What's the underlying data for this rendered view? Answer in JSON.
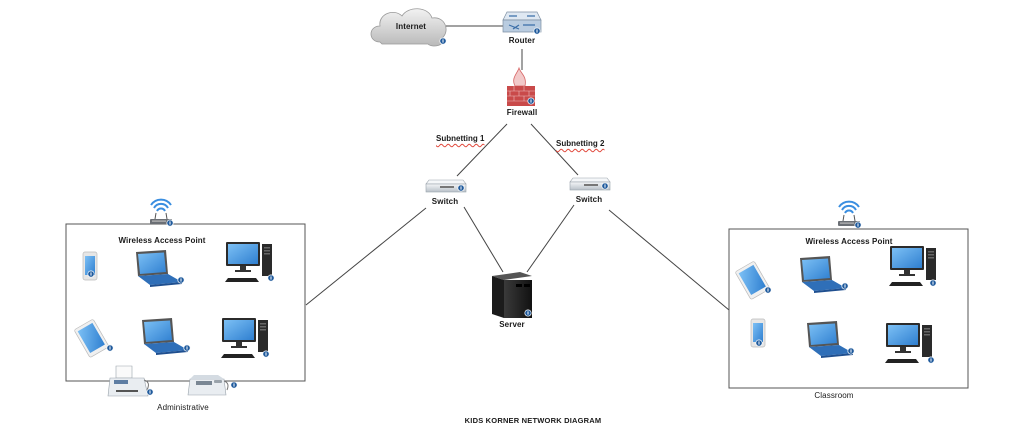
{
  "diagram": {
    "title": "KIDS KORNER NETWORK DIAGRAM",
    "nodes": {
      "internet": {
        "label": "Internet",
        "icon": "cloud-icon"
      },
      "router": {
        "label": "Router",
        "icon": "router-icon"
      },
      "firewall": {
        "label": "Firewall",
        "icon": "firewall-icon"
      },
      "switch1": {
        "label": "Switch",
        "icon": "switch-icon"
      },
      "switch2": {
        "label": "Switch",
        "icon": "switch-icon"
      },
      "server": {
        "label": "Server",
        "icon": "server-icon"
      }
    },
    "edge_labels": {
      "subnet1": "Subnetting 1",
      "subnet2": "Subnetting 2"
    },
    "areas": {
      "administrative": {
        "label": "Administrative",
        "access_point_label": "Wireless Access Point",
        "devices": [
          "phone",
          "laptop",
          "desktop",
          "tablet",
          "laptop",
          "desktop",
          "printer-fax",
          "fax"
        ]
      },
      "classroom": {
        "label": "Classroom",
        "access_point_label": "Wireless Access Point",
        "devices": [
          "tablet",
          "laptop",
          "desktop",
          "phone",
          "laptop",
          "desktop"
        ]
      }
    },
    "colors": {
      "line": "#444444",
      "screen_blue": "#4a9be6",
      "info_badge": "#1f5a9c",
      "firewall_red": "#c94a4a",
      "server_black": "#222222"
    }
  }
}
